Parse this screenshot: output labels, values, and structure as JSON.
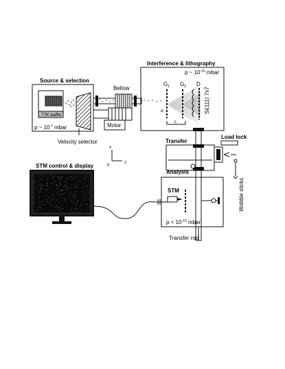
{
  "labels": {
    "source_selection": "Source & selection",
    "baffle": "77K baffle",
    "source_pressure_base": "p ~ 10",
    "source_pressure_exp": "-7",
    "source_pressure_unit": " mbar",
    "velocity_selector": "Velocity selector",
    "bellow": "Bellow",
    "motor": "Motor",
    "interference": "Interference & lithography",
    "interf_pressure_base": "p ~ 10",
    "interf_pressure_exp": "-10",
    "interf_pressure_unit": " mbar",
    "g1": "G",
    "g1_sub": "1",
    "g2": "G",
    "g2_sub": "2",
    "d_label": "D",
    "d_small": "d",
    "l_small": "L",
    "sample": "Si(111) 7x7",
    "transfer": "Transfer",
    "load_lock": "Load lock",
    "wobble_sticks": "Wobble sticks",
    "axis_x": "x",
    "axis_y": "y",
    "axis_z": "z",
    "stm_control": "STM control & display",
    "analysis": "Analysis",
    "stm": "STM",
    "analysis_pressure_base": "p < 10",
    "analysis_pressure_exp": "-10",
    "analysis_pressure_unit": " mbar",
    "transfer_rod": "Transfer rod"
  },
  "colors": {
    "line": "#111111",
    "screen": "#0a0a0a",
    "fringe": "#c8c8c8",
    "baffle_fill": "#bdbdbd"
  }
}
